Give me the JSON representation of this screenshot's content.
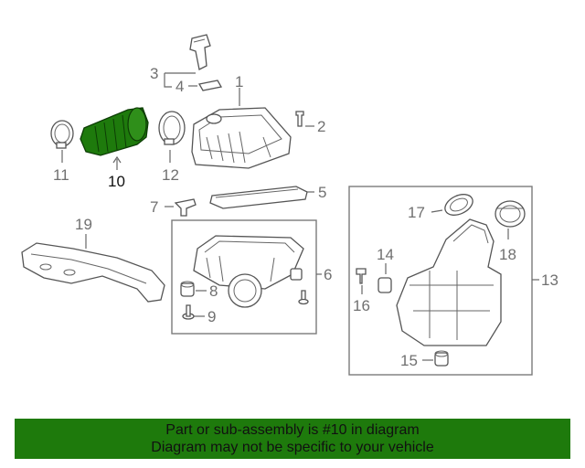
{
  "highlight_color": "#1e7a0c",
  "highlight_part": "10",
  "callouts": {
    "c1": "1",
    "c2": "2",
    "c3": "3",
    "c4": "4",
    "c5": "5",
    "c6": "6",
    "c7": "7",
    "c8": "8",
    "c9": "9",
    "c10": "10",
    "c11": "11",
    "c12": "12",
    "c13": "13",
    "c14": "14",
    "c15": "15",
    "c16": "16",
    "c17": "17",
    "c18": "18",
    "c19": "19"
  },
  "banner": {
    "line1": "Part or sub-assembly is #10 in diagram",
    "line2": "Diagram may not be specific to your vehicle"
  }
}
